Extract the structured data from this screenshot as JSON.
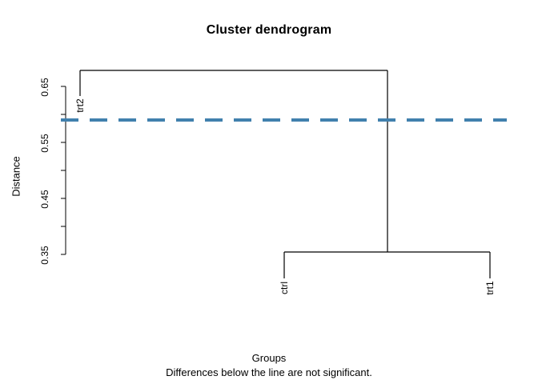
{
  "chart_data": {
    "type": "dendrogram",
    "title": "Cluster dendrogram",
    "xlabel": "Groups",
    "xlabel_sub": "Differences below the line are not significant.",
    "ylabel": "Distance",
    "ylim": [
      0.35,
      0.675
    ],
    "yticks": [
      0.65,
      0.6,
      0.55,
      0.5,
      0.45,
      0.4,
      0.35
    ],
    "ytick_labels": [
      "0.65",
      "",
      "0.55",
      "",
      "0.45",
      "",
      "0.35"
    ],
    "grid": false,
    "legend": "none",
    "leaves": [
      {
        "label": "trt2",
        "x": 100,
        "height": 0.35
      },
      {
        "label": "ctrl",
        "x": 355,
        "height": 0.35
      },
      {
        "label": "trt1",
        "x": 612,
        "height": 0.35
      }
    ],
    "merges": [
      {
        "name": "ctrl-trt1",
        "left": "ctrl",
        "right": "trt1",
        "height": 0.3535
      },
      {
        "name": "trt2-cluster",
        "left": "trt2",
        "right": "ctrl-trt1",
        "height": 0.6665
      }
    ],
    "threshold_line": {
      "value": 0.594,
      "style": "dashed",
      "color": "#4180ad",
      "width": 3,
      "note": "Differences below the line are not significant."
    },
    "line_color": "#000000",
    "background": "#ffffff"
  },
  "axis": {
    "y_tick_0": "0.65",
    "y_tick_1": "0.55",
    "y_tick_2": "0.45",
    "y_tick_3": "0.35"
  },
  "leaf_labels": {
    "trt2": "trt2",
    "ctrl": "ctrl",
    "trt1": "trt1"
  }
}
